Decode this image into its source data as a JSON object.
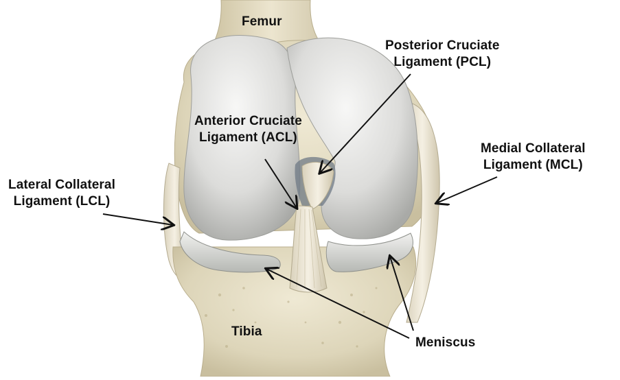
{
  "labels": {
    "femur": "Femur",
    "pcl": [
      "Posterior Cruciate",
      "Ligament (PCL)"
    ],
    "acl": [
      "Anterior Cruciate",
      "Ligament (ACL)"
    ],
    "mcl": [
      "Medial Collateral",
      "Ligament (MCL)"
    ],
    "lcl": [
      "Lateral Collateral",
      "Ligament (LCL)"
    ],
    "tibia": "Tibia",
    "meniscus": "Meniscus"
  },
  "colors": {
    "background": "#ffffff",
    "bone": "#e4ddc4",
    "cartilage": "#e6e6e4",
    "ligament": "#efe8d6",
    "text": "#111111",
    "arrow": "#111111"
  }
}
